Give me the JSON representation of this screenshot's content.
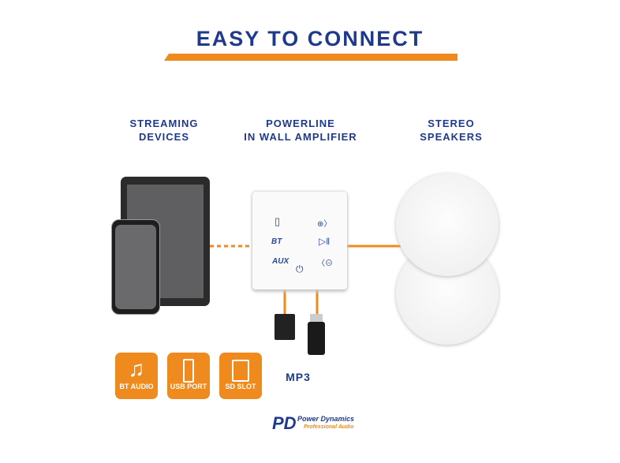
{
  "title": "EASY TO CONNECT",
  "columns": {
    "streaming": [
      "STREAMING",
      "DEVICES"
    ],
    "amplifier": [
      "POWERLINE",
      "IN WALL AMPLIFIER"
    ],
    "speakers": [
      "STEREO",
      "SPEAKERS"
    ]
  },
  "amplifier_buttons": {
    "bt": "BT",
    "aux": "AUX"
  },
  "features": [
    {
      "label": "BT AUDIO",
      "icon": "music-note-icon"
    },
    {
      "label": "USB PORT",
      "icon": "usb-stick-icon"
    },
    {
      "label": "SD SLOT",
      "icon": "sd-card-icon"
    }
  ],
  "mp3_label": "MP3",
  "brand": {
    "name": "Power Dynamics",
    "tagline": "Professional Audio",
    "mark": "PD"
  },
  "colors": {
    "navy": "#1f3a8c",
    "orange": "#ee8a1e"
  }
}
